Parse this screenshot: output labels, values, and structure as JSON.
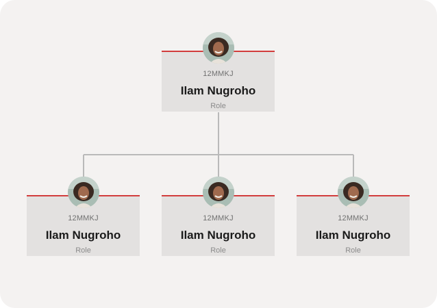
{
  "org_chart": {
    "root": {
      "code": "12MMKJ",
      "name": "Ilam Nugroho",
      "role": "Role",
      "avatar_icon": "person-photo-icon"
    },
    "children": [
      {
        "code": "12MMKJ",
        "name": "Ilam Nugroho",
        "role": "Role",
        "avatar_icon": "person-photo-icon"
      },
      {
        "code": "12MMKJ",
        "name": "Ilam Nugroho",
        "role": "Role",
        "avatar_icon": "person-photo-icon"
      },
      {
        "code": "12MMKJ",
        "name": "Ilam Nugroho",
        "role": "Role",
        "avatar_icon": "person-photo-icon"
      }
    ]
  },
  "colors": {
    "background": "#f4f2f1",
    "card": "#e3e1e0",
    "accent": "#d23c3c",
    "connector": "#b9b9b9"
  }
}
